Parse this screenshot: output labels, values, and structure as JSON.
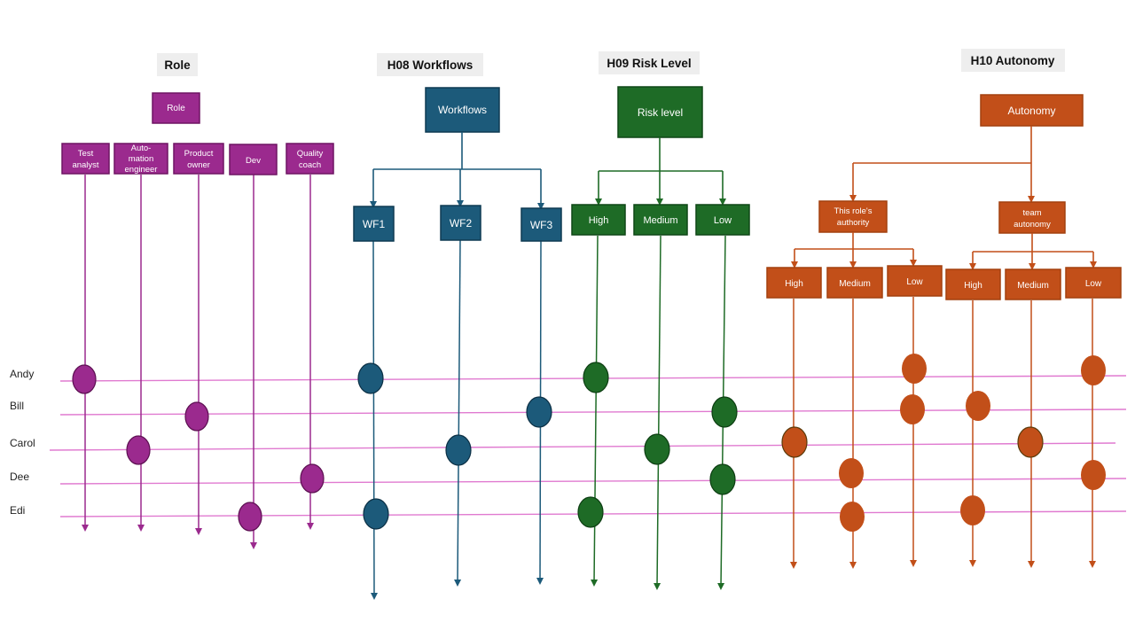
{
  "colors": {
    "role": "#9b2a8e",
    "role_border": "#6e1463",
    "workflow": "#1c5a7a",
    "workflow_border": "#0e3a52",
    "risk": "#1e6b26",
    "risk_border": "#0f4716",
    "autonomy": "#c24f19",
    "autonomy_border": "#a3400f",
    "person_line": "#e07ad0",
    "header_bg": "#eeeeee"
  },
  "headers": {
    "role": "Role",
    "workflows": "H08 Workflows",
    "risk": "H09 Risk Level",
    "autonomy": "H10 Autonomy"
  },
  "people": [
    "Andy",
    "Bill",
    "Carol",
    "Dee",
    "Edi"
  ],
  "role": {
    "root": "Role",
    "items": [
      "Test analyst",
      "Auto-mation engineer",
      "Product owner",
      "Dev",
      "Quality coach"
    ],
    "item_lines": [
      [
        "Test",
        "analyst"
      ],
      [
        "Auto-",
        "mation",
        "engineer"
      ],
      [
        "Product",
        "owner"
      ],
      [
        "Dev"
      ],
      [
        "Quality",
        "coach"
      ]
    ]
  },
  "workflows": {
    "root": "Workflows",
    "items": [
      "WF1",
      "WF2",
      "WF3"
    ]
  },
  "risk": {
    "root": "Risk level",
    "items": [
      "High",
      "Medium",
      "Low"
    ]
  },
  "autonomy": {
    "root": "Autonomy",
    "groups": [
      {
        "label": "This role's authority",
        "lines": [
          "This role's",
          "authority"
        ],
        "items": [
          "High",
          "Medium",
          "Low"
        ]
      },
      {
        "label": "team autonomy",
        "lines": [
          "team",
          "autonomy"
        ],
        "items": [
          "High",
          "Medium",
          "Low"
        ]
      }
    ]
  },
  "assignments": {
    "role": {
      "Andy": "Test analyst",
      "Bill": "Product owner",
      "Carol": "Auto-mation engineer",
      "Dee": "Quality coach",
      "Edi": "Dev"
    },
    "workflows": {
      "Andy": "WF1",
      "Bill": "WF3",
      "Carol": "WF2",
      "Edi": "WF1"
    },
    "risk": {
      "Andy": "High",
      "Bill": "Low",
      "Carol": "Medium",
      "Dee": "Low",
      "Edi": "High"
    },
    "role_authority": {
      "Andy": "Low",
      "Bill": "Low",
      "Carol": "High",
      "Dee": "Medium",
      "Edi": "Medium"
    },
    "team_autonomy": {
      "Andy": "Low",
      "Bill": "High",
      "Carol": "Medium",
      "Dee": "Low",
      "Edi": "High"
    }
  }
}
